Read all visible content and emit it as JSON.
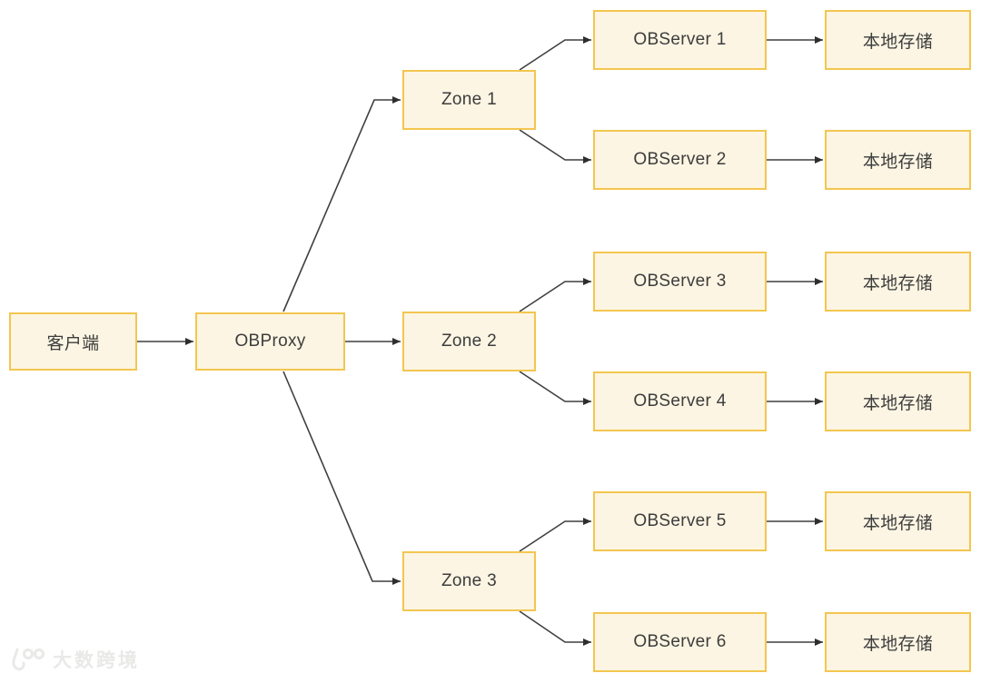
{
  "diagram": {
    "client": {
      "label": "客户端"
    },
    "proxy": {
      "label": "OBProxy"
    },
    "zones": [
      {
        "label": "Zone 1"
      },
      {
        "label": "Zone 2"
      },
      {
        "label": "Zone 3"
      }
    ],
    "servers": [
      {
        "label": "OBServer 1"
      },
      {
        "label": "OBServer 2"
      },
      {
        "label": "OBServer 3"
      },
      {
        "label": "OBServer 4"
      },
      {
        "label": "OBServer 5"
      },
      {
        "label": "OBServer 6"
      }
    ],
    "storages": [
      {
        "label": "本地存储"
      },
      {
        "label": "本地存储"
      },
      {
        "label": "本地存储"
      },
      {
        "label": "本地存储"
      },
      {
        "label": "本地存储"
      },
      {
        "label": "本地存储"
      }
    ]
  },
  "watermark": {
    "text": "大数跨境"
  },
  "colors": {
    "box_fill": "#fcf5e3",
    "box_border": "#f3c64f",
    "box_text": "#3d3d3d",
    "arrow": "#3f3f3f",
    "arrowhead": "#2e2e2e",
    "watermark": "#e9e9e7",
    "background": "#ffffff"
  }
}
